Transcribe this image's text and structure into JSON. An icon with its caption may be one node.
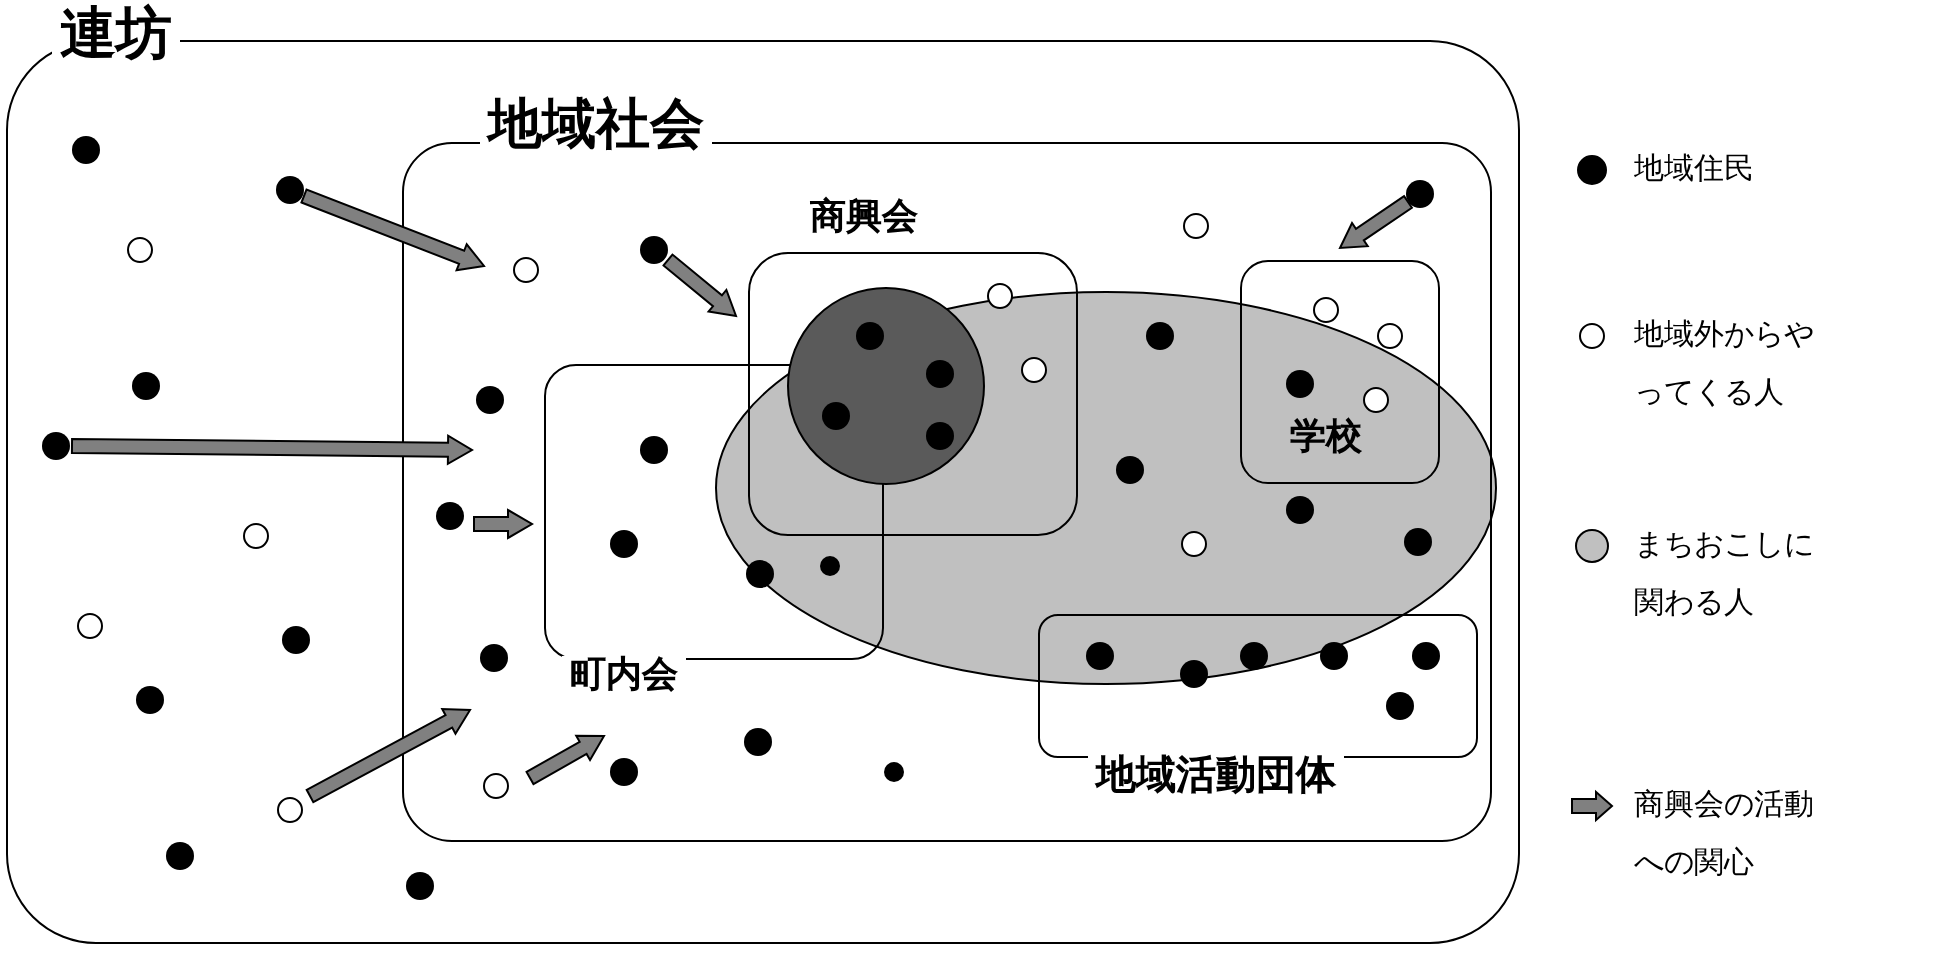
{
  "diagram": {
    "nodes": [
      {
        "text": [
          "連坊"
        ]
      },
      {
        "text": [
          "地域社会"
        ],
        "in": 0
      },
      {
        "text": [
          "商興会"
        ],
        "in": 1
      },
      {
        "text": [],
        "shape": "circle",
        "in": 2
      },
      {
        "text": [
          "学校"
        ],
        "in": 1
      },
      {
        "text": [],
        "shape": "ellipse",
        "in": 1
      },
      {
        "text": [
          "町内会"
        ],
        "in": 1
      },
      {
        "text": [
          "地域活動団体"
        ],
        "in": 1
      }
    ],
    "legend": [
      {
        "text": "地域住民",
        "color": "#000000"
      },
      {
        "text": "地域外からやってくる人",
        "color": "#ffffff"
      },
      {
        "text": "まちおこしに関わる人",
        "color": "#c0c0c0"
      },
      {
        "text": "商興会の活動への関心"
      }
    ]
  }
}
